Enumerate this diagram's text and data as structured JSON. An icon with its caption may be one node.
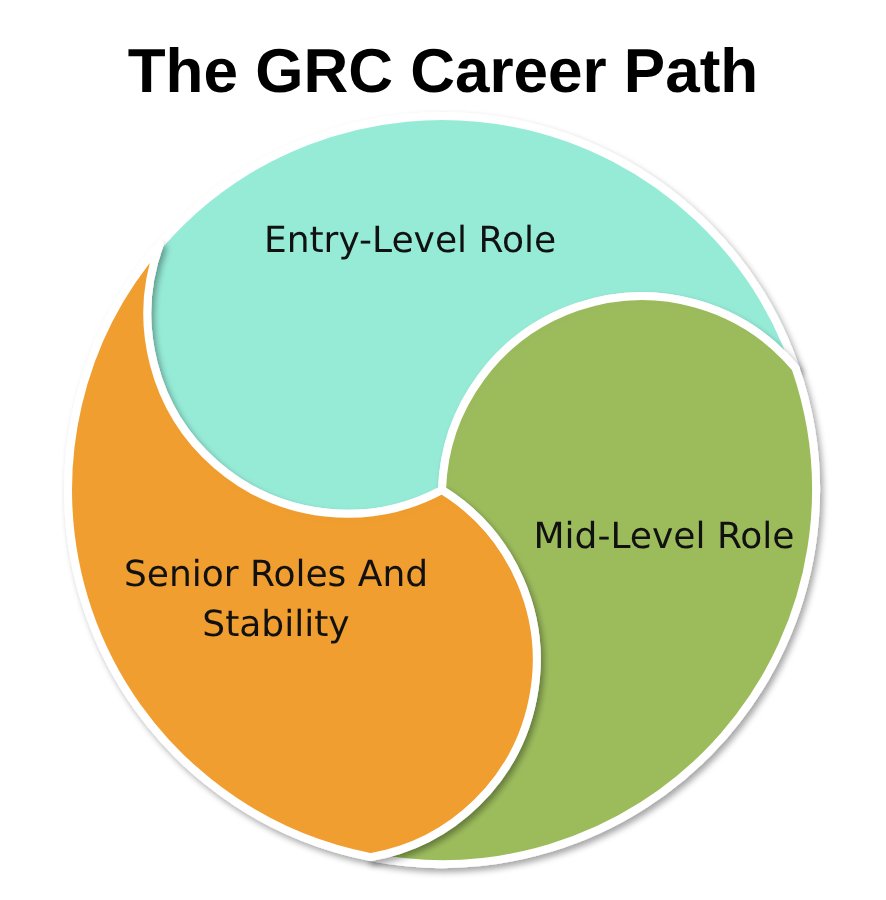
{
  "diagram": {
    "title": "The GRC Career Path",
    "nodes": [
      {
        "text": [
          "Entry-Level Role"
        ]
      },
      {
        "text": [
          "Mid-Level Role"
        ]
      },
      {
        "text": [
          "Senior Roles And Stability"
        ]
      }
    ]
  }
}
